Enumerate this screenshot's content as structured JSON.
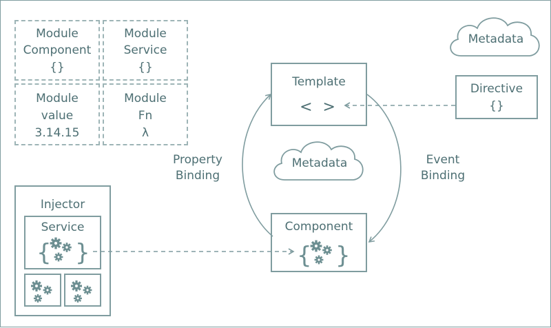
{
  "modules": [
    {
      "line1": "Module",
      "line2": "Component",
      "line3": "{}"
    },
    {
      "line1": "Module",
      "line2": "Service",
      "line3": "{}"
    },
    {
      "line1": "Module",
      "line2": "value",
      "line3": "3.14.15"
    },
    {
      "line1": "Module",
      "line2": "Fn",
      "line3": "λ"
    }
  ],
  "injector": {
    "title": "Injector",
    "service_label": "Service",
    "service_icon": "gear-braces-icon",
    "child_icons": [
      "gears-icon",
      "gears-icon"
    ]
  },
  "template": {
    "title": "Template",
    "symbol": "< >"
  },
  "component": {
    "title": "Component",
    "icon": "gear-braces-icon"
  },
  "directive": {
    "title": "Directive",
    "symbol": "{}"
  },
  "clouds": {
    "top": "Metadata",
    "center": "Metadata"
  },
  "bindings": {
    "property": {
      "line1": "Property",
      "line2": "Binding"
    },
    "event": {
      "line1": "Event",
      "line2": "Binding"
    }
  },
  "colors": {
    "stroke": "#7f9c9f",
    "text": "#4d6f73",
    "dashed": "#9db4b6",
    "gear": "#6d8f92"
  }
}
